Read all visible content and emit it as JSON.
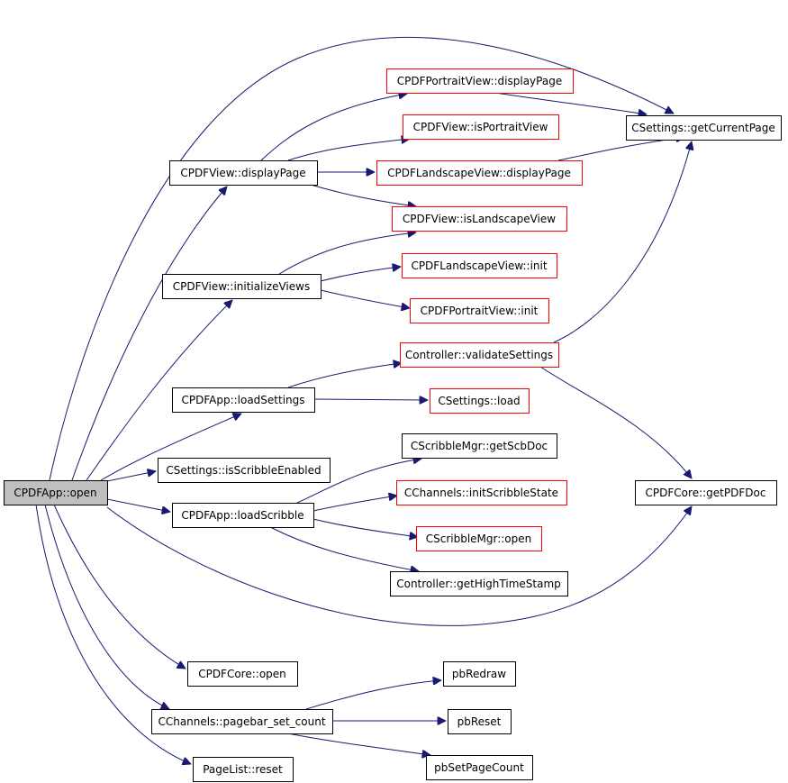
{
  "colors": {
    "edge": "#191970",
    "root_fill": "#bfbfbf",
    "node_fill": "#ffffff",
    "border_black": "#000000",
    "border_red": "#ff0000",
    "text": "#000000"
  },
  "nodes": [
    {
      "id": "open",
      "label": "CPDFApp::open",
      "border": "black",
      "root": true
    },
    {
      "id": "displayPage",
      "label": "CPDFView::displayPage",
      "border": "black"
    },
    {
      "id": "initializeViews",
      "label": "CPDFView::initializeViews",
      "border": "black"
    },
    {
      "id": "loadSettings",
      "label": "CPDFApp::loadSettings",
      "border": "black"
    },
    {
      "id": "isScribbleEnabled",
      "label": "CSettings::isScribbleEnabled",
      "border": "black"
    },
    {
      "id": "loadScribble",
      "label": "CPDFApp::loadScribble",
      "border": "black"
    },
    {
      "id": "coreOpen",
      "label": "CPDFCore::open",
      "border": "black"
    },
    {
      "id": "pagebar",
      "label": "CChannels::pagebar_set_count",
      "border": "black"
    },
    {
      "id": "pageListReset",
      "label": "PageList::reset",
      "border": "black"
    },
    {
      "id": "portraitDisplay",
      "label": "CPDFPortraitView::displayPage",
      "border": "red"
    },
    {
      "id": "isPortrait",
      "label": "CPDFView::isPortraitView",
      "border": "red"
    },
    {
      "id": "landscapeDisplay",
      "label": "CPDFLandscapeView::displayPage",
      "border": "red"
    },
    {
      "id": "isLandscape",
      "label": "CPDFView::isLandscapeView",
      "border": "red"
    },
    {
      "id": "landscapeInit",
      "label": "CPDFLandscapeView::init",
      "border": "red"
    },
    {
      "id": "portraitInit",
      "label": "CPDFPortraitView::init",
      "border": "red"
    },
    {
      "id": "validateSettings",
      "label": "Controller::validateSettings",
      "border": "red"
    },
    {
      "id": "settingsLoad",
      "label": "CSettings::load",
      "border": "red"
    },
    {
      "id": "getScbDoc",
      "label": "CScribbleMgr::getScbDoc",
      "border": "black"
    },
    {
      "id": "initScribbleState",
      "label": "CChannels::initScribbleState",
      "border": "red"
    },
    {
      "id": "scribbleOpen",
      "label": "CScribbleMgr::open",
      "border": "red"
    },
    {
      "id": "highTimeStamp",
      "label": "Controller::getHighTimeStamp",
      "border": "black"
    },
    {
      "id": "pbRedraw",
      "label": "pbRedraw",
      "border": "black"
    },
    {
      "id": "pbReset",
      "label": "pbReset",
      "border": "black"
    },
    {
      "id": "pbSetPageCount",
      "label": "pbSetPageCount",
      "border": "black"
    },
    {
      "id": "getCurrentPage",
      "label": "CSettings::getCurrentPage",
      "border": "black"
    },
    {
      "id": "getPDFDoc",
      "label": "CPDFCore::getPDFDoc",
      "border": "black"
    }
  ],
  "edges": [
    {
      "from": "open",
      "to": "getCurrentPage"
    },
    {
      "from": "open",
      "to": "displayPage"
    },
    {
      "from": "open",
      "to": "initializeViews"
    },
    {
      "from": "open",
      "to": "loadSettings"
    },
    {
      "from": "open",
      "to": "isScribbleEnabled"
    },
    {
      "from": "open",
      "to": "loadScribble"
    },
    {
      "from": "open",
      "to": "getPDFDoc"
    },
    {
      "from": "open",
      "to": "coreOpen"
    },
    {
      "from": "open",
      "to": "pagebar"
    },
    {
      "from": "open",
      "to": "pageListReset"
    },
    {
      "from": "displayPage",
      "to": "portraitDisplay"
    },
    {
      "from": "displayPage",
      "to": "isPortrait"
    },
    {
      "from": "displayPage",
      "to": "landscapeDisplay"
    },
    {
      "from": "displayPage",
      "to": "isLandscape"
    },
    {
      "from": "portraitDisplay",
      "to": "getCurrentPage"
    },
    {
      "from": "landscapeDisplay",
      "to": "getCurrentPage"
    },
    {
      "from": "initializeViews",
      "to": "isLandscape"
    },
    {
      "from": "initializeViews",
      "to": "landscapeInit"
    },
    {
      "from": "initializeViews",
      "to": "portraitInit"
    },
    {
      "from": "loadSettings",
      "to": "validateSettings"
    },
    {
      "from": "loadSettings",
      "to": "settingsLoad"
    },
    {
      "from": "validateSettings",
      "to": "getCurrentPage"
    },
    {
      "from": "validateSettings",
      "to": "getPDFDoc"
    },
    {
      "from": "loadScribble",
      "to": "getScbDoc"
    },
    {
      "from": "loadScribble",
      "to": "initScribbleState"
    },
    {
      "from": "loadScribble",
      "to": "scribbleOpen"
    },
    {
      "from": "loadScribble",
      "to": "highTimeStamp"
    },
    {
      "from": "pagebar",
      "to": "pbRedraw"
    },
    {
      "from": "pagebar",
      "to": "pbReset"
    },
    {
      "from": "pagebar",
      "to": "pbSetPageCount"
    }
  ]
}
